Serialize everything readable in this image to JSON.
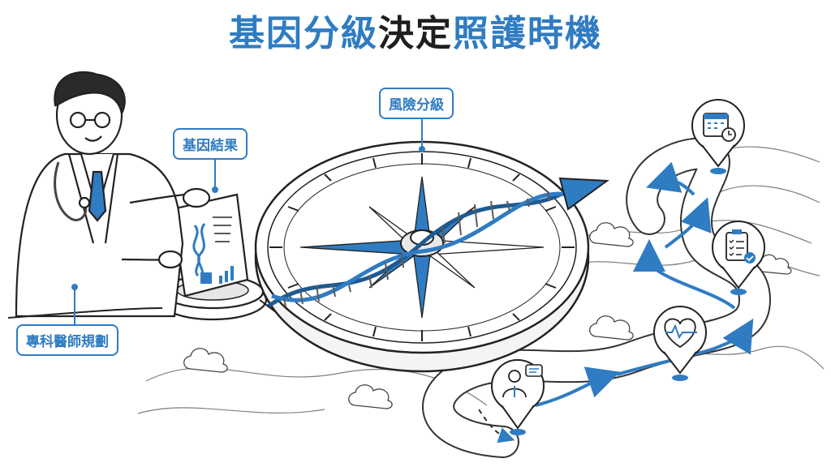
{
  "title": {
    "part1": "基因分級",
    "part2": "決定",
    "part3": "照護時機"
  },
  "labels": {
    "genetic_result": "基因結果",
    "risk_grade": "風險分級",
    "specialist_planning": "專科醫師規劃"
  },
  "icons": [
    "doctor-icon",
    "chat-bubble-icon",
    "heart-rate-icon",
    "checklist-clipboard-icon",
    "calendar-clock-icon",
    "dna-icon",
    "compass-icon"
  ],
  "colors": {
    "accent": "#2f7cc2",
    "ink": "#1e1e1e"
  }
}
